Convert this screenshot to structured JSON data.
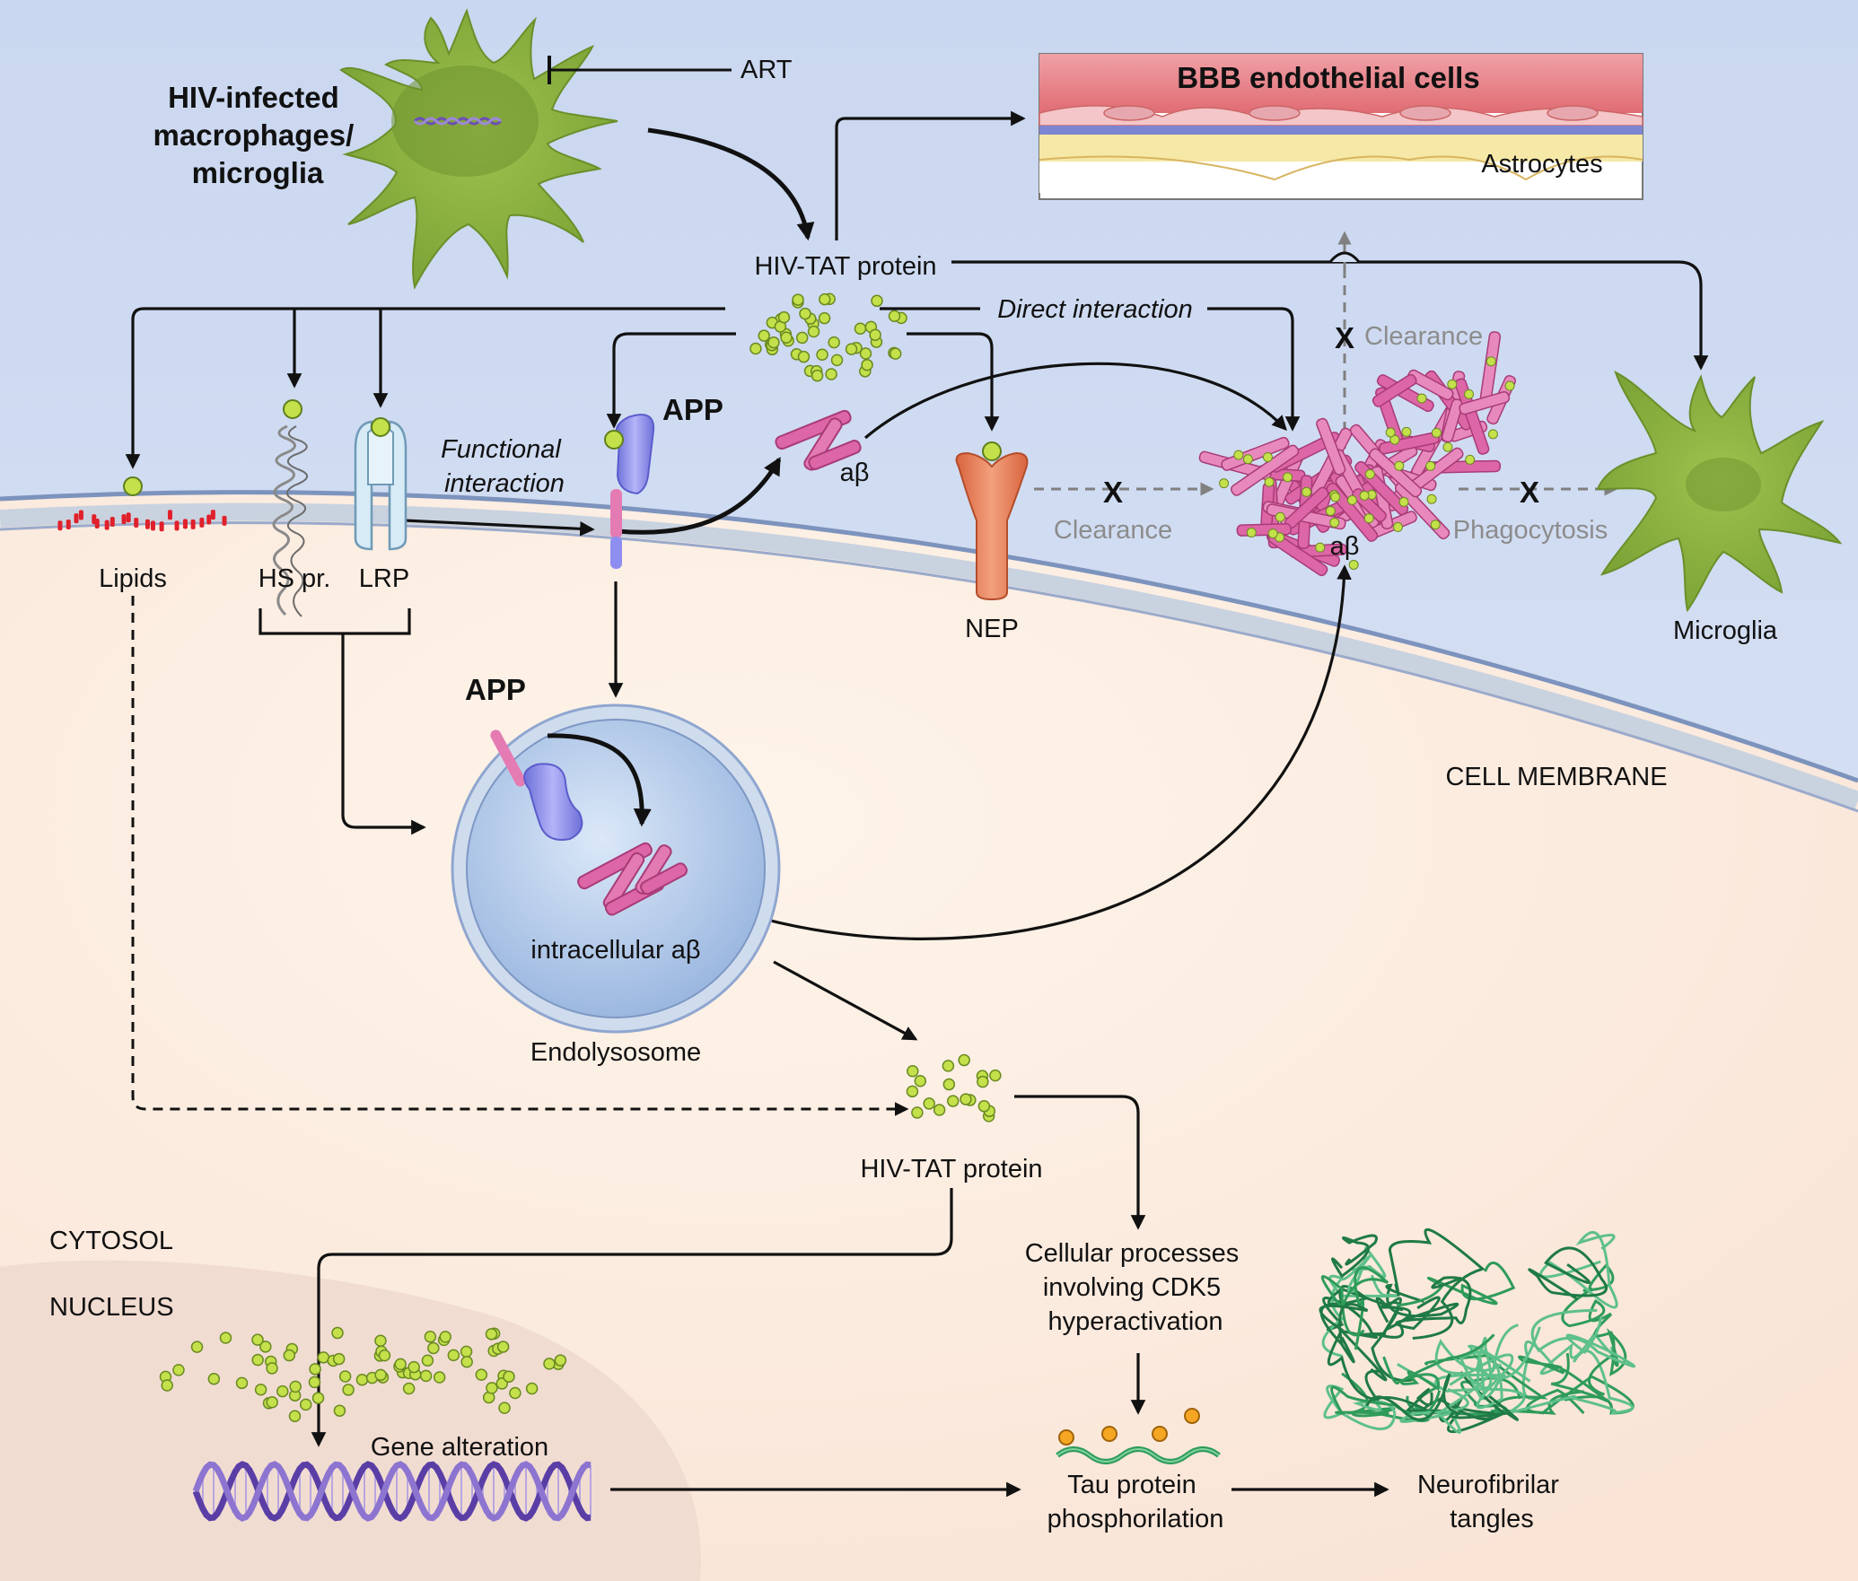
{
  "labels": {
    "infected_cells": [
      "HIV-infected",
      "macrophages/",
      "microglia"
    ],
    "art": "ART",
    "bbb_endothelial": "BBB endothelial cells",
    "astrocytes": "Astrocytes",
    "hiv_tat_top": "HIV-TAT protein",
    "direct_interaction": "Direct interaction",
    "clearance_top": "Clearance",
    "app_surface": "APP",
    "abeta_small": "aβ",
    "functional_interaction": [
      "Functional",
      "interaction"
    ],
    "clearance_nep": "Clearance",
    "phagocytosis": "Phagocytosis",
    "abeta_plaque": "aβ",
    "lipids": "Lipids",
    "hs_proteoglycan": "HS pr.",
    "lrp": "LRP",
    "nep": "NEP",
    "microglia": "Microglia",
    "app_endosome": "APP",
    "intracellular_abeta": "intracellular aβ",
    "endolysosome": "Endolysosome",
    "cell_membrane": "CELL MEMBRANE",
    "hiv_tat_cytosol": "HIV-TAT protein",
    "cytosol": "CYTOSOL",
    "nucleus": "NUCLEUS",
    "cdk5_process": [
      "Cellular processes",
      "involving CDK5",
      "hyperactivation"
    ],
    "gene_alteration": "Gene alteration",
    "tau_phosphorylation": [
      "Tau protein",
      "phosphorilation"
    ],
    "neurofibrillary_tangles": [
      "Neurofibrilar",
      "tangles"
    ]
  },
  "blocked_marker": "X",
  "colors": {
    "extracellular_bg": "#d3def3",
    "cytosol_bg": "#fbeee3",
    "nucleus_bg": "#f1ddd3",
    "membrane": "#7c93bd",
    "macrophage": "#8cb33f",
    "tat_dot": "#c4e04a",
    "app": "#8d8ef0",
    "abeta": "#dd66a6",
    "nep": "#e8835f",
    "lrp": "#cfe6f2",
    "bbb_endothelium": "#e57478",
    "astrocyte": "#f6e8a6",
    "endolysosome": "#aac3e6",
    "dna": "#6d4fb5",
    "tangles": "#2f9b5a",
    "lipid": "#e0202a"
  }
}
